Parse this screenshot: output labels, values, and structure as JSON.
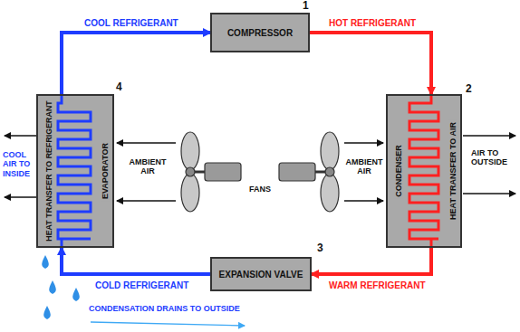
{
  "diagram": {
    "nodes": [
      {
        "text": [
          "COMPRESSOR"
        ]
      },
      {
        "text": [
          "CONDENSER",
          "HEAT TRANSFER TO AIR"
        ]
      },
      {
        "text": [
          "EXPANSION VALVE"
        ]
      },
      {
        "text": [
          "HEAT TRANSFER TO REFRIGERANT",
          "EVAPORATOR"
        ]
      }
    ],
    "edges": [
      {
        "from": 3,
        "to": 0,
        "label": "COOL REFRIGERANT",
        "arrow": "to"
      },
      {
        "from": 0,
        "to": 1,
        "label": "HOT REFRIGERANT",
        "arrow": "to"
      },
      {
        "from": 1,
        "to": 2,
        "label": "WARM REFRIGERANT",
        "arrow": "to"
      },
      {
        "from": 2,
        "to": 3,
        "label": "COLD REFRIGERANT",
        "arrow": "to"
      }
    ],
    "labels": [
      "1",
      "2",
      "3",
      "4",
      "COOL AIR TO INSIDE",
      "AMBIENT AIR",
      "FANS",
      "AMBIENT AIR",
      "AIR TO OUTSIDE",
      "CONDENSATION DRAINS TO OUTSIDE"
    ]
  }
}
